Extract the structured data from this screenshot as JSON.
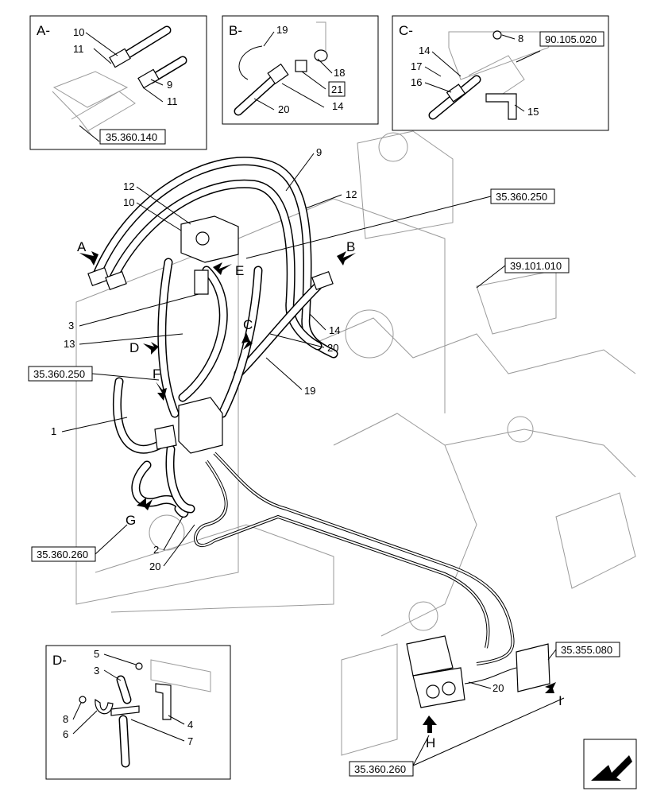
{
  "detail_views": {
    "A": {
      "title": "A-",
      "callouts": [
        "10",
        "11",
        "9",
        "11"
      ],
      "ref": "35.360.140"
    },
    "B": {
      "title": "B-",
      "callouts": [
        "19",
        "18",
        "21",
        "20",
        "14"
      ]
    },
    "C": {
      "title": "C-",
      "callouts": [
        "8",
        "14",
        "17",
        "16",
        "15"
      ],
      "ref": "90.105.020"
    },
    "D": {
      "title": "D-",
      "callouts": [
        "5",
        "3",
        "8",
        "6",
        "4",
        "7"
      ]
    }
  },
  "main_callouts": {
    "n9": "9",
    "n12a": "12",
    "n10": "10",
    "n12b": "12",
    "n3": "3",
    "n13": "13",
    "n14": "14",
    "n20a": "20",
    "n19": "19",
    "n1": "1",
    "n2": "2",
    "n20b": "20",
    "n20c": "20"
  },
  "view_arrows": {
    "A": "A",
    "B": "B",
    "C": "C",
    "D": "D",
    "E": "E",
    "F": "F",
    "G": "G",
    "H": "H",
    "I": "I"
  },
  "references": {
    "r250a": "35.360.250",
    "r101": "39.101.010",
    "r250b": "35.360.250",
    "r260a": "35.360.260",
    "r080": "35.355.080",
    "r260b": "35.360.260"
  }
}
